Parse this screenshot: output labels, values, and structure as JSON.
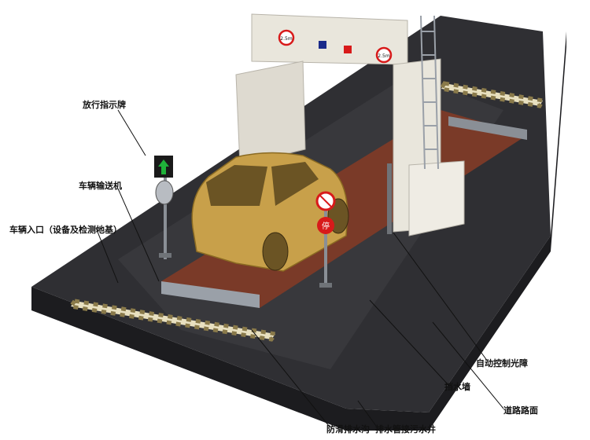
{
  "labels": {
    "traffic_signal": "放行指示牌",
    "conveyor": "车辆输送机",
    "vehicle_entrance": "车辆入口（设备及检测地基）",
    "auto_barrier": "自动控制光障",
    "retaining_wall": "挡水墙",
    "road_surface": "道路路面",
    "anti_slip_trench": "防滑排水沟",
    "drain_well": "排水管接污水井"
  },
  "signs": {
    "stop_text": "停",
    "limit_left": "2.5m",
    "limit_right": "2.5m"
  },
  "colors": {
    "platform": "#2f2f33",
    "platform_side": "#1c1c1f",
    "conveyor_bed": "#7a3a28",
    "gantry": "#e9e6dc",
    "car": "#c8a04a",
    "signal_green": "#1fb33a"
  }
}
